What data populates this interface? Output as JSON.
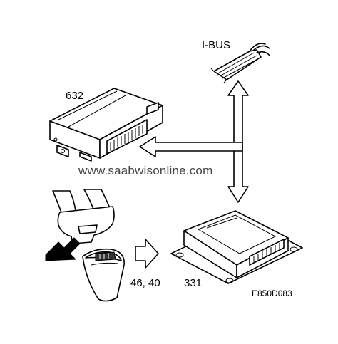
{
  "labels": {
    "bus": "I-BUS",
    "module_upper": "632",
    "watermark": "www.saabwisonline.com",
    "references": "46, 40",
    "module_lower": "331",
    "figure_code": "E850D083"
  }
}
